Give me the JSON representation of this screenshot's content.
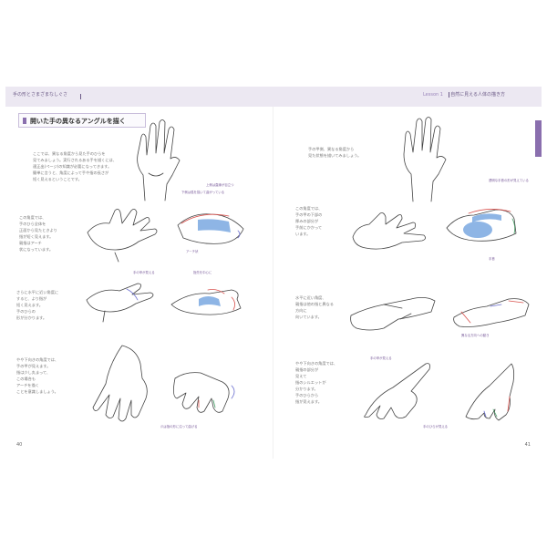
{
  "header": {
    "left": "手の形とさまざまなしぐさ",
    "right_lesson": "Lesson 1",
    "right_title": "自然に見える人体の描き方"
  },
  "section": {
    "title": "開いた手の異なるアングルを描く"
  },
  "left_page": {
    "intro": [
      "ここでは、異なる角度から見た手のひらを",
      "見てみましょう。実行されるある手を描くには、",
      "適正出(ページ)の知識が必要になってきます。",
      "簡単に言うと、角度によって手や指の長さが",
      "短く見えるということです。"
    ],
    "p1": [
      "この角度では、",
      "手のひら全体を",
      "正面から見たときより",
      "指が短く見えます。",
      "親指はアーチ",
      "状になっています。"
    ],
    "p2": [
      "さらに水平に近い角度に",
      "すると、より指が",
      "短く見えます。",
      "手のひらの",
      "形が分かります。"
    ],
    "p3": [
      "やや下向きの角度では、",
      "手の甲が見えます。",
      "指は少し丸まって、",
      "この場合も",
      "アーチを描く",
      "ことを意識しましょう。"
    ],
    "annotations": {
      "a1": "上側は直線が目立つ",
      "a2": "下側は弧を描いて曲がっている",
      "a3": "アーチ状",
      "a4": "手の甲が見える",
      "a5": "指先を中心に",
      "a6": "爪は指の形に沿って曲げる"
    },
    "page_number": "40"
  },
  "right_page": {
    "p1": [
      "手の甲側、異なる角度から",
      "見た状態を描いてみましょう。"
    ],
    "p2": [
      "この角度では、",
      "手の甲の下部の",
      "厚みの部分が",
      "手前にかかって",
      "います。"
    ],
    "p3": [
      "水平に近い角度、",
      "親指は他の指と異なる",
      "方向に",
      "向いています。"
    ],
    "p4": [
      "やや下向きの角度では、",
      "親指の部分が",
      "見えて",
      "指のシルエットが",
      "分かります。",
      "手のひらから",
      "指が見えます。"
    ],
    "annotations": {
      "b1": "透明な手首の形が見えている",
      "b2": "手首",
      "b3": "異なる方向への動き",
      "b4": "手の甲が見える",
      "b5": "手のひらが見える"
    },
    "page_number": "41"
  }
}
